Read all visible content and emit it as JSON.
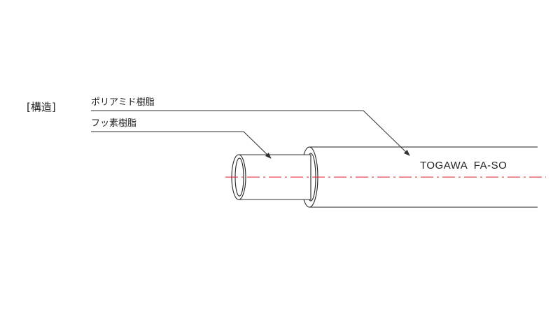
{
  "figure": {
    "section_title": "[構造]",
    "callouts": [
      {
        "id": "outer",
        "label": "ポリアミド樹脂"
      },
      {
        "id": "inner",
        "label": "フッ素樹脂"
      }
    ],
    "tube_marking": "TOGAWA  FA-SO"
  },
  "colors": {
    "line": "#333333",
    "centerline": "#e0202c",
    "text": "#222222"
  }
}
